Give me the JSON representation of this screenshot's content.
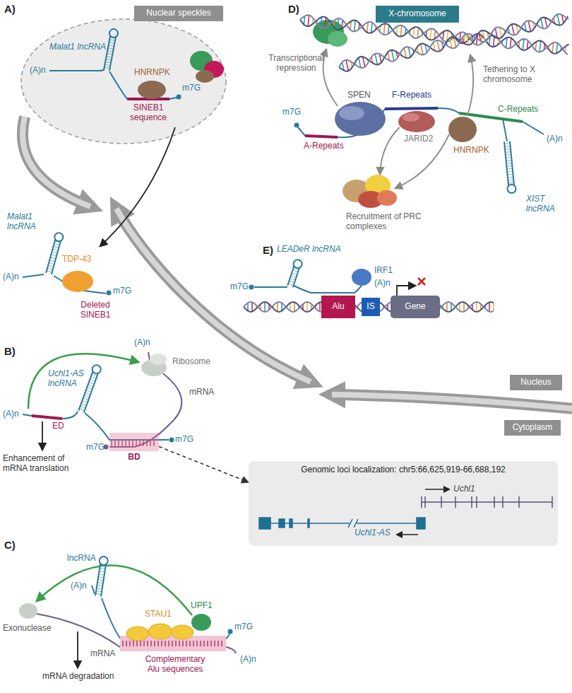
{
  "diagram": {
    "nodes": [
      {
        "text": [
          "Nuclear speckles"
        ]
      },
      {
        "text": [
          "X-chromosome"
        ]
      },
      {
        "text": [
          "Alu"
        ]
      },
      {
        "text": [
          "IS"
        ]
      },
      {
        "text": [
          "Gene"
        ]
      },
      {
        "text": [
          "Nucleus"
        ]
      },
      {
        "text": [
          "Cytoplasm"
        ]
      },
      {
        "text": [
          "BD"
        ]
      },
      {
        "text": [
          "Genomic loci localization: chr5:66,625,919-66,688,192"
        ]
      }
    ],
    "edges": [
      {
        "from": 7,
        "to": 8,
        "arrow": "to"
      }
    ],
    "labels": [
      "A)",
      "Malat1 lncRNA",
      "HNRNPK",
      "(A)n",
      "m7G",
      "SINEB1 sequence",
      "Malat1 lncRNA",
      "TDP-43",
      "(A)n",
      "m7G",
      "Deleted SINEB1",
      "D)",
      "Transcriptional repression",
      "SPEN",
      "F-Repeats",
      "m7G",
      "A-Repeats",
      "JARID2",
      "Tethering to X chromosome",
      "C-Repeats",
      "HNRNPK",
      "(A)n",
      "Recruitment of PRC complexes",
      "XIST lncRNA",
      "E)",
      "LEADeR lncRNA",
      "m7G",
      "IRF1",
      "(A)n",
      "B)",
      "Uchl1-AS lncRNA",
      "Ribosome",
      "(A)n",
      "mRNA",
      "(A)n",
      "ED",
      "m7G",
      "m7G",
      "Enhancement of mRNA translation",
      "Uchl1",
      "Uchl1-AS",
      "C)",
      "lncRNA",
      "UPF1",
      "(A)n",
      "Exonuclease",
      "STAU1",
      "m7G",
      "mRNA",
      "(A)n",
      "Complementary Alu sequences",
      "mRNA degradation"
    ]
  }
}
